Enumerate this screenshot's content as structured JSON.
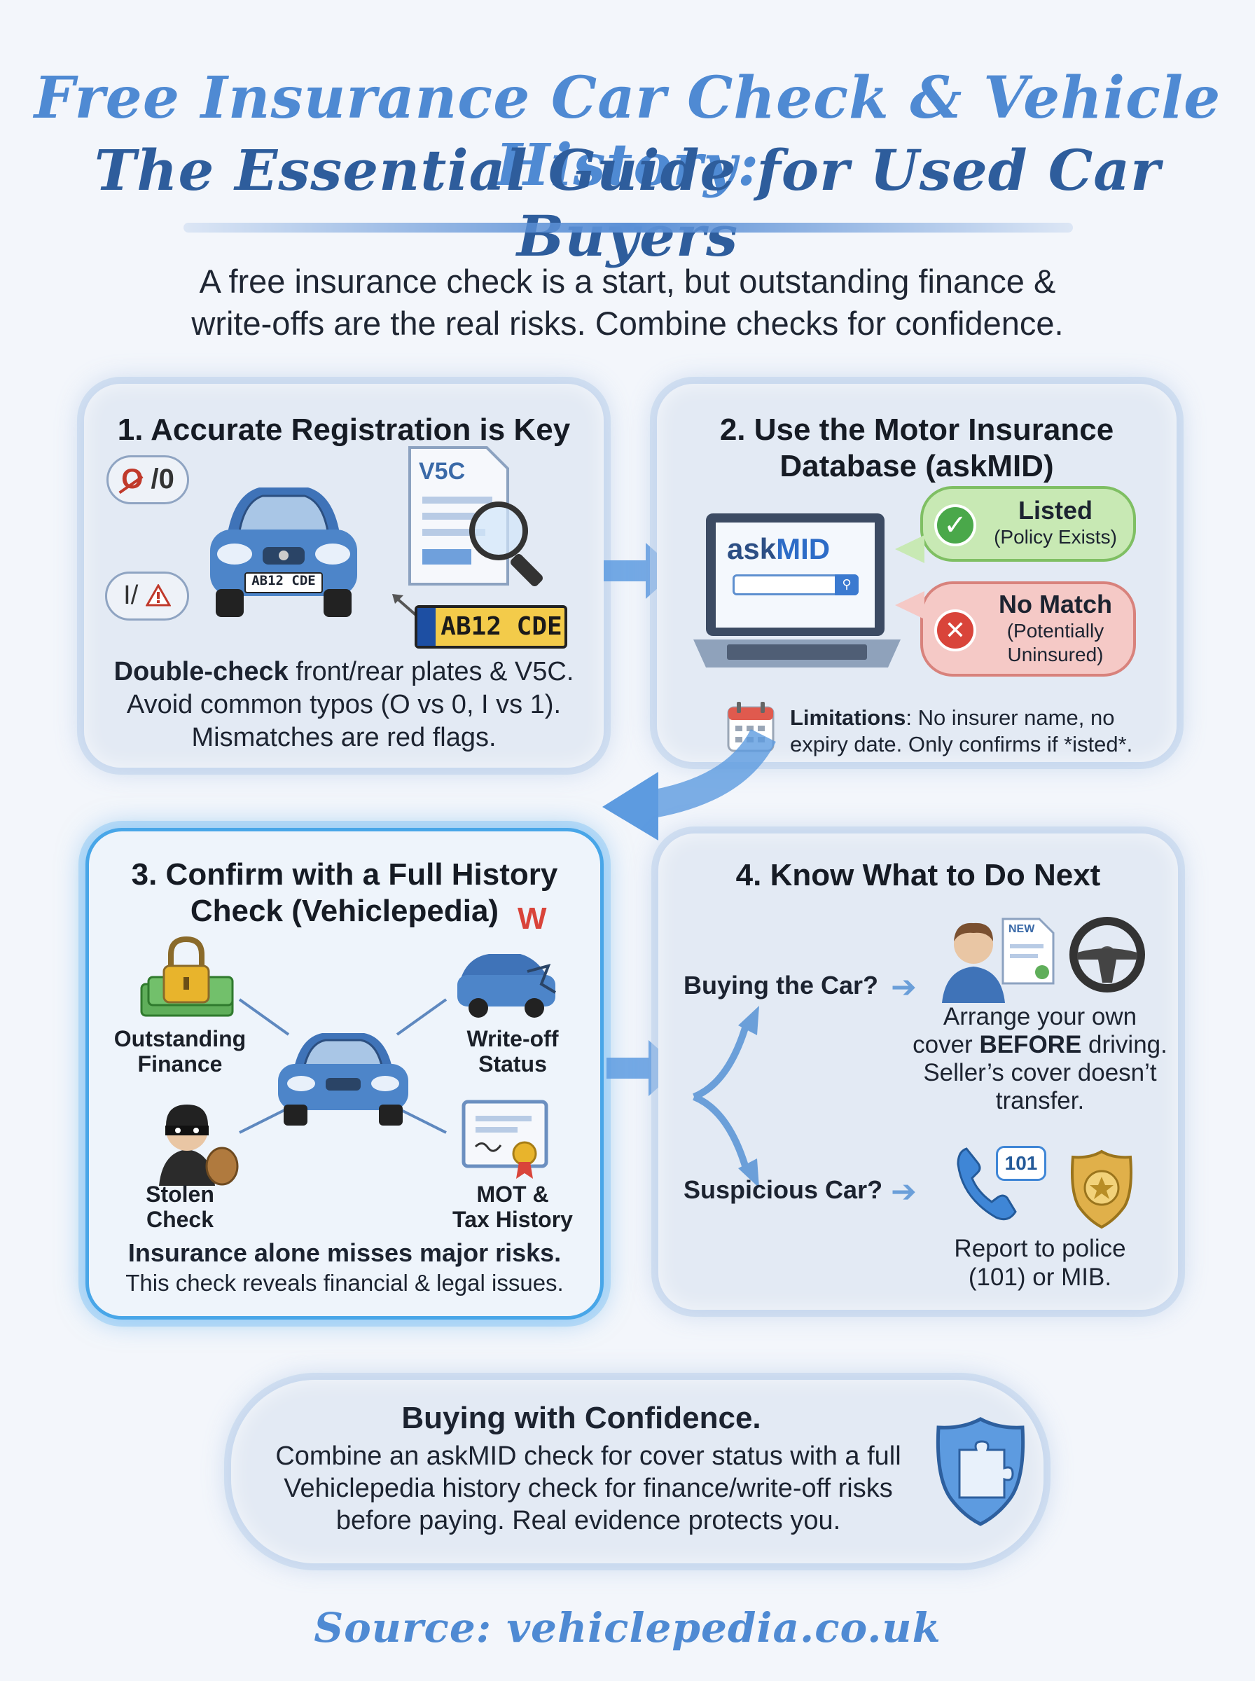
{
  "title": {
    "line1": "Free Insurance Car Check & Vehicle History:",
    "line2": "The Essential Guide for Used Car Buyers"
  },
  "intro": {
    "line1": "A free insurance check is a start, but outstanding finance &",
    "line2": "write-offs are the real risks. Combine checks for confidence."
  },
  "step1": {
    "title": "1. Accurate Registration is Key",
    "bubble_top": "0",
    "bubble_top_crossed": "O",
    "bubble_bottom": "I/",
    "doc_label": "V5C",
    "car_plate": "AB12 CDE",
    "plate": "AB12 CDE",
    "text_bold": "Double-check",
    "text_rest": " front/rear plates & V5C.",
    "text_line2": "Avoid common typos (O vs 0, I vs 1).",
    "text_line3": "Mismatches are red flags."
  },
  "step2": {
    "title_line1": "2. Use the Motor Insurance",
    "title_line2": "Database (askMID)",
    "logo_ask": "ask",
    "logo_mid": "MID",
    "listed_title": "Listed",
    "listed_sub": "(Policy Exists)",
    "nomatch_title": "No Match",
    "nomatch_sub1": "(Potentially",
    "nomatch_sub2": "Uninsured)",
    "limitations_bold": "Limitations",
    "limitations_rest": ": No insurer name, no",
    "limitations_line2": "expiry date. Only confirms if *isted*."
  },
  "step3": {
    "title_line1": "3. Confirm with a Full History",
    "title_line2": "Check (Vehiclepedia)",
    "finance_line1": "Outstanding",
    "finance_line2": "Finance",
    "writeoff_line1": "Write-off",
    "writeoff_line2": "Status",
    "writeoff_badge": "W",
    "stolen_line1": "Stolen",
    "stolen_line2": "Check",
    "mot_line1": "MOT &",
    "mot_line2": "Tax History",
    "summary_bold": "Insurance alone misses major risks.",
    "summary_rest": "This check reveals financial & legal issues."
  },
  "step4": {
    "title": "4. Know What to Do Next",
    "buying_label": "Buying the Car?",
    "doc_badge": "NEW",
    "buying_line1": "Arrange your own",
    "buying_line2_pre": "cover ",
    "buying_line2_bold": "BEFORE",
    "buying_line2_post": " driving.",
    "buying_line3": "Seller’s cover doesn’t",
    "buying_line4": "transfer.",
    "suspicious_label": "Suspicious Car?",
    "phone_badge": "101",
    "report_line1": "Report to police",
    "report_line2": "(101) or MIB."
  },
  "footer_card": {
    "title": "Buying with Confidence.",
    "line1": "Combine an askMID check for cover status with a full",
    "line2": "Vehiclepedia history check for finance/write-off risks",
    "line3": "before paying. Real evidence protects you."
  },
  "source": "Source: vehiclepedia.co.uk",
  "colors": {
    "accent": "#4f8ad3",
    "dark_accent": "#2e5d9c",
    "card_bg": "#e3eaf4",
    "active_border": "#48a6e8",
    "success": "#7fbf63",
    "danger": "#d8827c",
    "plate_yellow": "#f3cb4a"
  },
  "icons": [
    "car-icon",
    "document-icon",
    "magnifier-icon",
    "laptop-icon",
    "search-icon",
    "check-icon",
    "cross-icon",
    "calendar-icon",
    "padlock-icon",
    "money-icon",
    "damaged-car-icon",
    "thief-icon",
    "certificate-icon",
    "person-icon",
    "steering-wheel-icon",
    "phone-icon",
    "police-badge-icon",
    "shield-puzzle-icon"
  ]
}
